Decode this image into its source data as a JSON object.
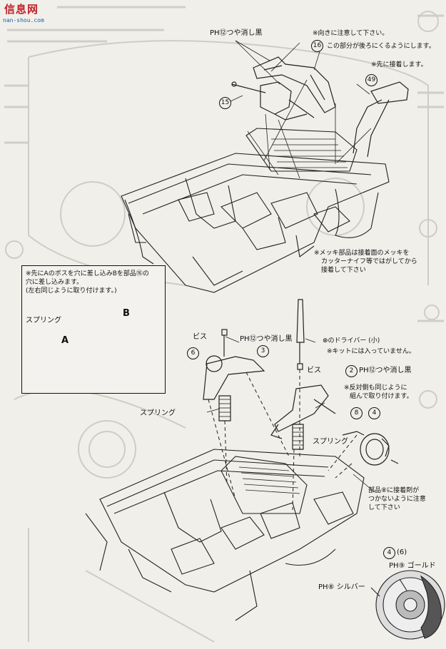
{
  "watermark": {
    "cn": "信息网",
    "url": "nan-shou.com"
  },
  "top_section": {
    "paint_label": "PH⑫つや消し黒",
    "note_direction": "※向きに注意して下さい。",
    "part_16_note": "この部分が後ろにくるようにします。",
    "note_attach_first": "※先に接着します。",
    "part_16": "16",
    "part_15": "15",
    "part_49": "49",
    "plating_note": [
      "※メッキ部品は接着面のメッキを",
      "カッターナイフ等ではがしてから",
      "接着して下さい"
    ]
  },
  "inset": {
    "note": [
      "※先にAのボスを穴に差し込みBを部品⑯の",
      "穴に差し込みます。",
      "(左右同じように取り付けます。)"
    ],
    "spring": "スプリング",
    "label_a": "A",
    "label_b": "B"
  },
  "bottom_section": {
    "screw_label": "ビス",
    "paint_3": "PH⑫つや消し黒",
    "part_6": "6",
    "part_3": "3",
    "screwdriver": "⊕のドライバー (小)",
    "kit_note": "※キットには入っていません。",
    "screw_label_right": "ビス",
    "part_2": "2",
    "paint_2": "PH⑫つや消し黒",
    "opposite_note": [
      "※反対側も同じように",
      "組んで取り付けます。"
    ],
    "part_8": "8",
    "part_4": "4",
    "spring_left": "スプリング",
    "spring_right": "スプリング",
    "glue_note": [
      "部品⑧に接着剤が",
      "つかないように注意",
      "して下さい"
    ],
    "gold_label": "PH⑨ ゴールド",
    "silver_label": "PH⑧ シルバー",
    "part_4b": "4",
    "part_6b": "(6)"
  }
}
